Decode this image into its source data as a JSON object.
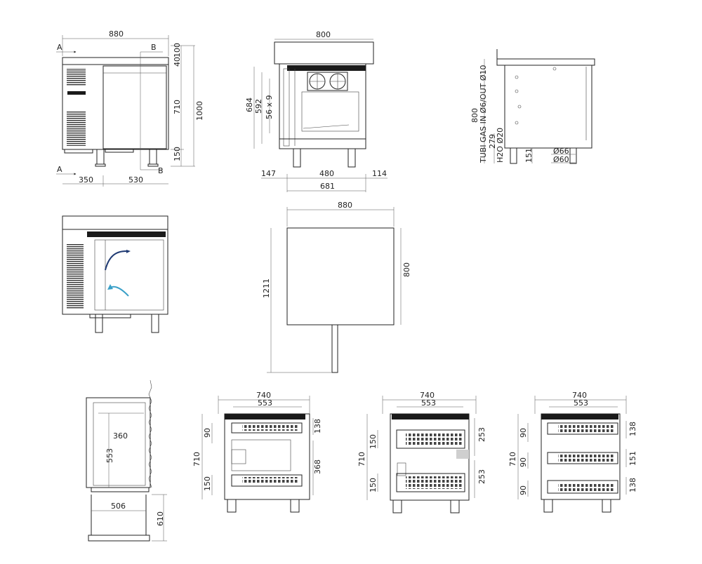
{
  "views": {
    "front": {
      "width": "880",
      "top": "40",
      "topTop": "100",
      "body": "710",
      "total": "1000",
      "leg": "150",
      "left": "350",
      "right": "530",
      "sectionA": "A",
      "sectionB": "B"
    },
    "side": {
      "width": "800",
      "inner": "684",
      "opening": "592",
      "slots": "56 x 9",
      "left": "147",
      "middle": "480",
      "right": "114",
      "total": "681"
    },
    "rear": {
      "height": "800",
      "gas": "TUBI GAS IN Ø6/OUT Ø10",
      "water": "H2O Ø20",
      "gasHeight": "279",
      "legHeight": "151",
      "dia1": "Ø66",
      "dia2": "Ø60"
    },
    "plan": {
      "width": "880",
      "depth": "800",
      "open": "1211"
    },
    "drawer": {
      "inner": "360",
      "height": "553",
      "width": "506",
      "travel": "610"
    },
    "cabinets": [
      {
        "outer": "740",
        "inner": "553",
        "height": "710",
        "dims": [
          "90",
          "150",
          "138",
          "368"
        ]
      },
      {
        "outer": "740",
        "inner": "553",
        "height": "710",
        "dims": [
          "150",
          "150",
          "253",
          "253"
        ]
      },
      {
        "outer": "740",
        "inner": "553",
        "height": "710",
        "dims": [
          "90",
          "90",
          "90",
          "138",
          "151",
          "138"
        ]
      }
    ]
  }
}
